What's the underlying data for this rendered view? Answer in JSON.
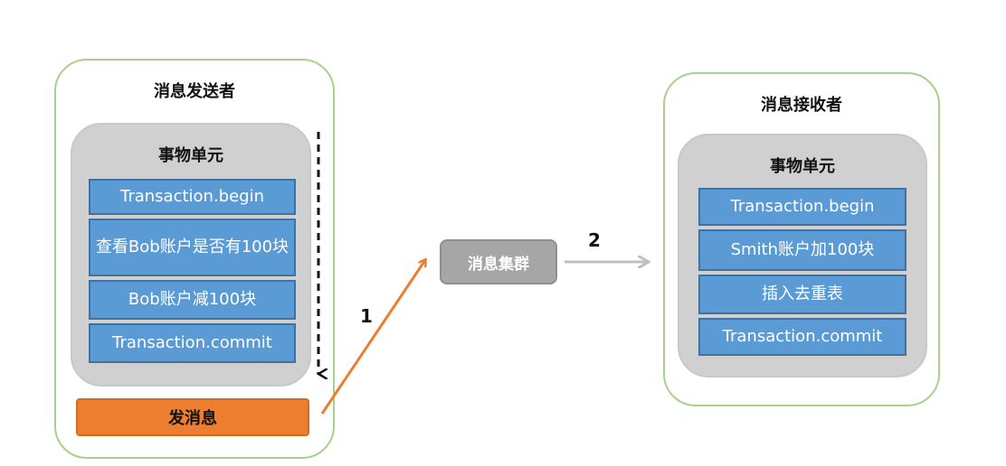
{
  "sender": {
    "title": "消息发送者",
    "unit_title": "事物单元",
    "steps": [
      "Transaction.begin",
      "查看Bob账户是否有100块",
      "Bob账户减100块",
      "Transaction.commit"
    ],
    "send_button": "发消息"
  },
  "cluster": {
    "label": "消息集群"
  },
  "receiver": {
    "title": "消息接收者",
    "unit_title": "事物单元",
    "steps": [
      "Transaction.begin",
      "Smith账户加100块",
      "插入去重表",
      "Transaction.commit"
    ]
  },
  "arrows": {
    "to_cluster": "1",
    "to_receiver": "2"
  },
  "colors": {
    "panel_border": "#a9d08e",
    "unit_fill": "#d0d0d0",
    "step_fill": "#5b9bd5",
    "send_fill": "#ed7d31",
    "cluster_fill": "#a6a6a6",
    "arrow_orange": "#ed7d31",
    "arrow_gray": "#bfbfbf"
  }
}
